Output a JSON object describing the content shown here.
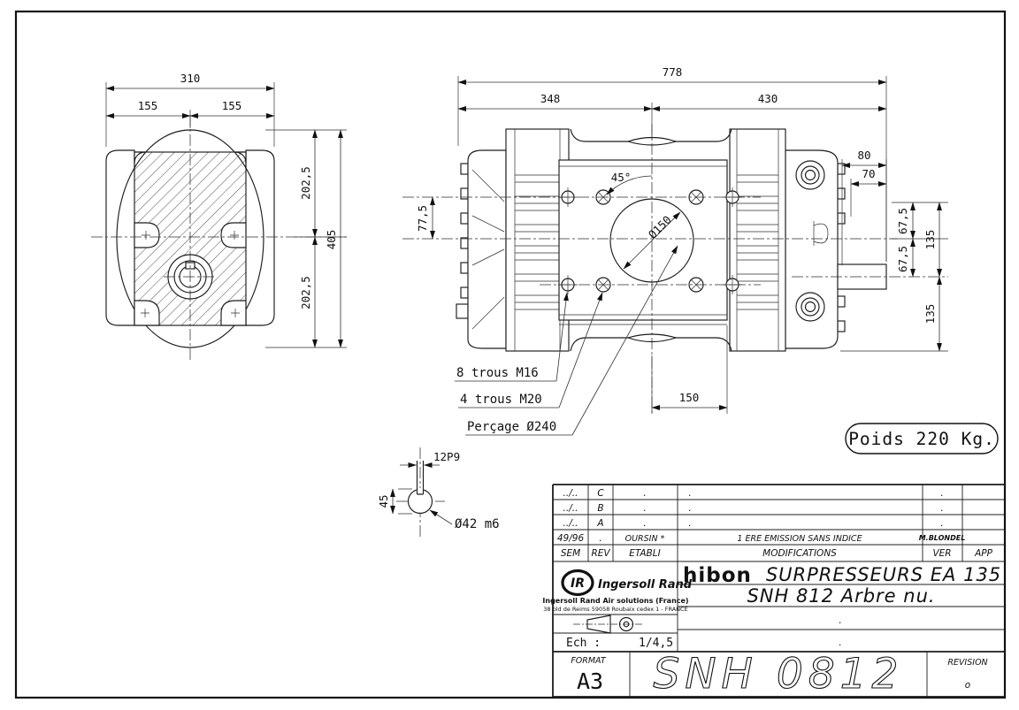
{
  "drawing": {
    "front_view": {
      "total_width": "310",
      "half_left": "155",
      "half_right": "155",
      "upper_height": "202,5",
      "lower_height": "202,5",
      "total_height": "405"
    },
    "side_view": {
      "total_length": "778",
      "left_length": "348",
      "right_length": "430",
      "angle": "45°",
      "port_diameter": "Ø150",
      "offset_77": "77,5",
      "shaft_80": "80",
      "shaft_70": "70",
      "v67a": "67,5",
      "v67b": "67,5",
      "v135a": "135",
      "v135b": "135",
      "foot_150": "150"
    },
    "callouts": {
      "m16": "8 trous M16",
      "m20": "4 trous M20",
      "percage": "Perçage Ø240"
    },
    "weight": "Poids 220 Kg.",
    "shaft_detail": {
      "keyway": "12P9",
      "dim_45": "45",
      "diameter": "Ø42 m6"
    }
  },
  "title_block": {
    "revision_table": {
      "headers": {
        "sem": "SEM",
        "rev": "REV",
        "etabli": "ETABLI",
        "modifications": "MODIFICATIONS",
        "ver": "VER",
        "app": "APP"
      },
      "rows": [
        {
          "sem": "../..",
          "rev": "C",
          "etabli": ".",
          "modifications": ".",
          "ver": "."
        },
        {
          "sem": "../..",
          "rev": "B",
          "etabli": ".",
          "modifications": ".",
          "ver": "."
        },
        {
          "sem": "../..",
          "rev": "A",
          "etabli": ".",
          "modifications": ".",
          "ver": "."
        },
        {
          "sem": "49/96",
          "rev": ".",
          "etabli": "OURSIN *",
          "modifications": "1 ERE EMISSION SANS INDICE",
          "ver": "M.BLONDEL"
        }
      ]
    },
    "company": {
      "logo_initials": "IR",
      "name": "Ingersoll Rand",
      "division": "Ingersoll Rand Air solutions (France)",
      "address": "38 bld de Reims 59058 Roubaix cedex 1 - FRANCE",
      "scale_label": "Ech :",
      "scale_value": "1/4,5"
    },
    "product": {
      "brand": "hibon",
      "line1": "SURPRESSEURS EA 135",
      "line2": "SNH 812 Arbre nu.",
      "line3": ".",
      "line4": "."
    },
    "footer": {
      "format_label": "FORMAT",
      "format_value": "A3",
      "drawing_number": "SNH 0812",
      "revision_label": "REVISION",
      "revision_value": "o"
    }
  }
}
